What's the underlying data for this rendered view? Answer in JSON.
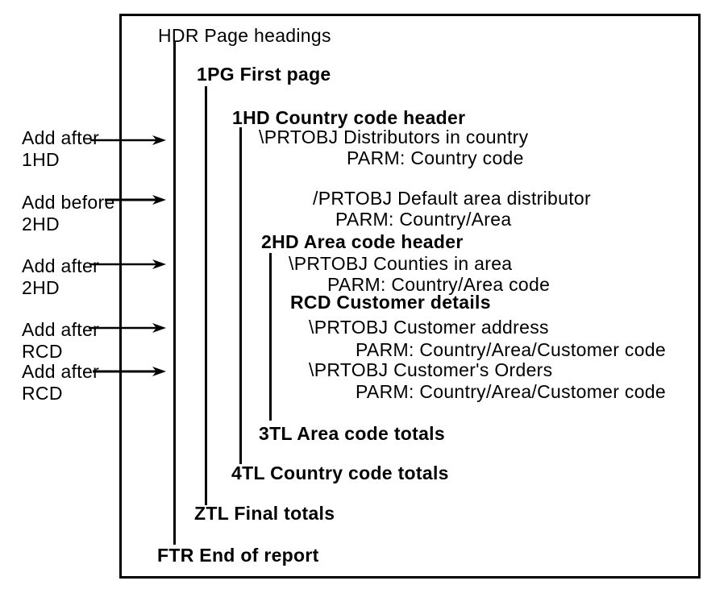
{
  "diagram": {
    "description": "Report structure tree with insertion-point callouts",
    "colors": {
      "foreground": "#000000",
      "background": "#ffffff"
    },
    "callouts": [
      {
        "line1": "Add after",
        "line2": "1HD"
      },
      {
        "line1": "Add before",
        "line2": "2HD"
      },
      {
        "line1": "Add after",
        "line2": "2HD"
      },
      {
        "line1": "Add after",
        "line2": "RCD"
      },
      {
        "line1": "Add after",
        "line2": "RCD"
      }
    ],
    "nodes": [
      {
        "label": "HDR Page headings"
      },
      {
        "label": "1PG First page"
      },
      {
        "label": "1HD Country code header"
      },
      {
        "label": "\\PRTOBJ Distributors in country"
      },
      {
        "label": "PARM: Country code"
      },
      {
        "label": "/PRTOBJ Default area distributor"
      },
      {
        "label": "PARM: Country/Area"
      },
      {
        "label": "2HD Area code header"
      },
      {
        "label": "\\PRTOBJ Counties in area"
      },
      {
        "label": "PARM: Country/Area code"
      },
      {
        "label": "RCD Customer details"
      },
      {
        "label": "\\PRTOBJ Customer address"
      },
      {
        "label": "PARM: Country/Area/Customer code"
      },
      {
        "label": "\\PRTOBJ Customer's Orders"
      },
      {
        "label": "PARM: Country/Area/Customer code"
      },
      {
        "label": "3TL Area code totals"
      },
      {
        "label": "4TL Country code totals"
      },
      {
        "label": "ZTL Final totals"
      },
      {
        "label": "FTR End of report"
      }
    ]
  }
}
